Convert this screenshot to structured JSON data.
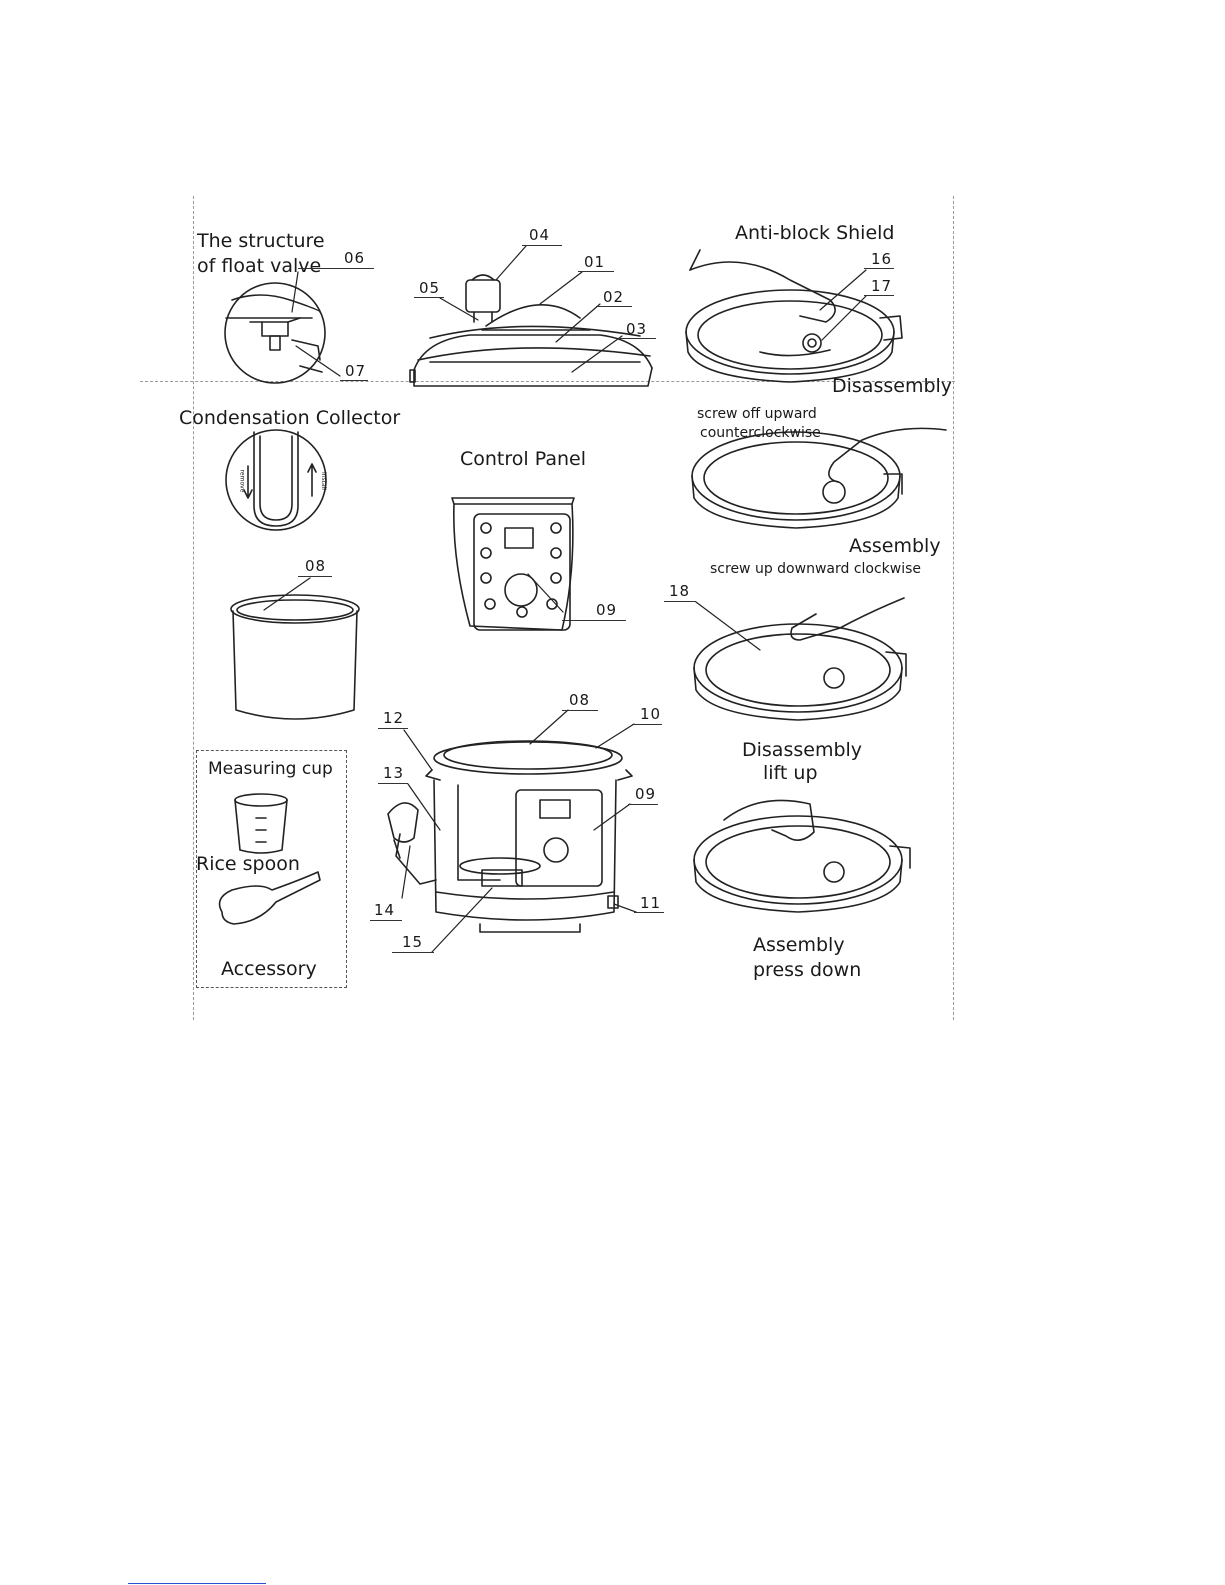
{
  "labels": {
    "float_valve_title_1": "The structure",
    "float_valve_title_2": "of float valve",
    "anti_block_title": "Anti-block Shield",
    "condensation_title": "Condensation Collector",
    "control_panel_title": "Control Panel",
    "disassembly_1": "Disassembly",
    "screw_off_1": "screw off upward",
    "screw_off_2": "counterclockwise",
    "assembly_1": "Assembly",
    "screw_up": "screw up downward clockwise",
    "disassembly_2": "Disassembly",
    "lift_up": "lift up",
    "assembly_2": "Assembly",
    "press_down": "press down",
    "measuring_cup": "Measuring cup",
    "rice_spoon": "Rice spoon",
    "accessory": "Accessory",
    "remove_tag": "remove",
    "install_tag": "install"
  },
  "part_numbers": {
    "p01": "01",
    "p02": "02",
    "p03": "03",
    "p04": "04",
    "p05": "05",
    "p06": "06",
    "p07": "07",
    "p08a": "08",
    "p08b": "08",
    "p09a": "09",
    "p09b": "09",
    "p10": "10",
    "p11": "11",
    "p12": "12",
    "p13": "13",
    "p14": "14",
    "p15": "15",
    "p16": "16",
    "p17": "17",
    "p18": "18"
  }
}
